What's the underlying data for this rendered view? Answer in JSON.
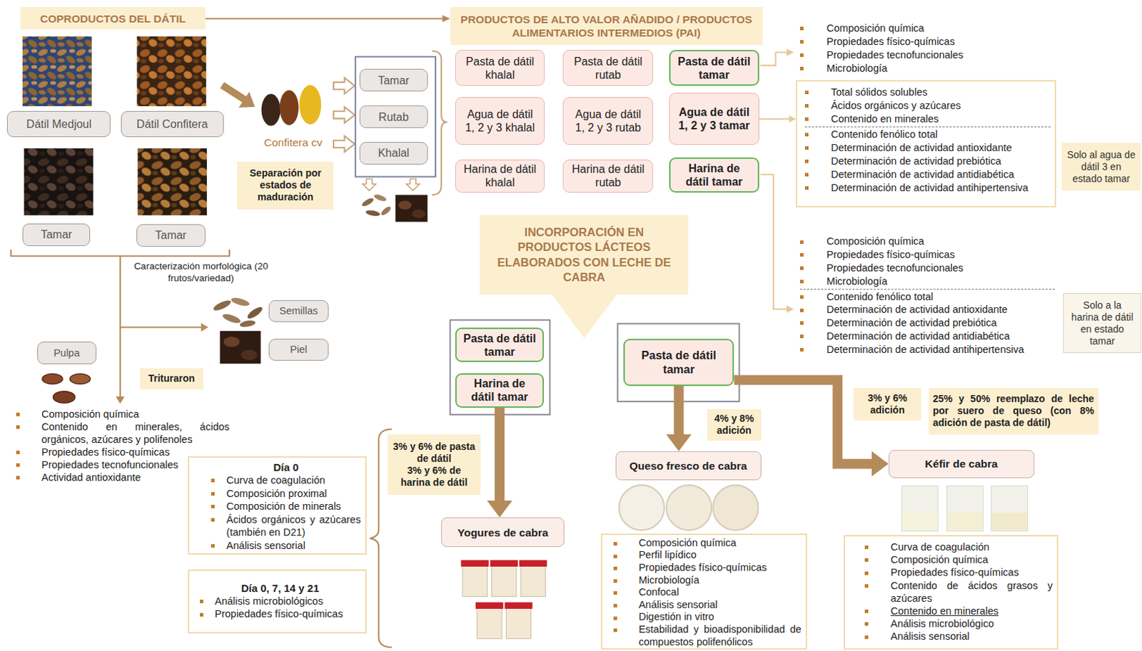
{
  "diagram": {
    "nodes": [
      {
        "text": [
          "COPRODUCTOS DEL DÁTIL"
        ]
      },
      {
        "text": [
          "PRODUCTOS DE ALTO VALOR AÑADIDO / PRODUCTOS ALIMENTARIOS INTERMEDIOS (PAI)"
        ]
      },
      {
        "text": [
          "Dátil Medjoul"
        ]
      },
      {
        "text": [
          "Dátil Confitera"
        ]
      },
      {
        "text": [
          "Tamar"
        ]
      },
      {
        "text": [
          "Rutab"
        ]
      },
      {
        "text": [
          "Khalal"
        ]
      },
      {
        "text": [
          "Separación por estados de maduración"
        ]
      },
      {
        "text": [
          "Pasta de dátil khalal"
        ]
      },
      {
        "text": [
          "Pasta de dátil rutab"
        ]
      },
      {
        "text": [
          "Pasta de dátil tamar"
        ]
      },
      {
        "text": [
          "Agua de dátil 1, 2 y 3 khalal"
        ]
      },
      {
        "text": [
          "Agua de dátil 1, 2 y 3 rutab"
        ]
      },
      {
        "text": [
          "Agua de dátil 1, 2 y 3 tamar"
        ]
      },
      {
        "text": [
          "Harina de dátil khalal"
        ]
      },
      {
        "text": [
          "Harina de dátil rutab"
        ]
      },
      {
        "text": [
          "Harina de dátil tamar"
        ]
      },
      {
        "text": [
          "Total sólidos solubles",
          "Ácidos orgánicos y azúcares",
          "Contenido en minerales",
          "Contenido fenólico total",
          "Determinación de actividad antioxidante",
          "Determinación de actividad prebiótica",
          "Determinación de actividad antidiabética",
          "Determinación de actividad antihipertensiva"
        ]
      },
      {
        "text": [
          "Solo al agua de dátil 3 en estado tamar"
        ]
      },
      {
        "text": [
          "Tamar"
        ]
      },
      {
        "text": [
          "Tamar"
        ]
      },
      {
        "text": [
          "INCORPORACIÓN EN PRODUCTOS LÁCTEOS ELABORADOS CON LECHE DE CABRA"
        ]
      },
      {
        "text": [
          "Solo a la harina de dátil en estado tamar"
        ]
      },
      {
        "text": [
          "Semillas"
        ]
      },
      {
        "text": [
          "Piel"
        ]
      },
      {
        "text": [
          "Pulpa"
        ]
      },
      {
        "text": [
          "Trituraron"
        ]
      },
      {
        "text": [
          "Pasta de dátil tamar"
        ]
      },
      {
        "text": [
          "Harina de dátil tamar"
        ]
      },
      {
        "text": [
          "Pasta de dátil tamar"
        ]
      },
      {
        "text": [
          "3% y 6% adición"
        ]
      },
      {
        "text": [
          "25% y 50% reemplazo de leche por suero de queso (con 8% adición de pasta de dátil)"
        ]
      },
      {
        "text": [
          "4% y 8% adición"
        ]
      },
      {
        "text": [
          "3% y 6% de pasta de dátil",
          "3% y 6% de harina de dátil"
        ]
      },
      {
        "text": [
          "Queso fresco de cabra"
        ]
      },
      {
        "text": [
          "Kéfir de cabra"
        ]
      },
      {
        "text": [
          "Día 0",
          "Curva de coagulación",
          "Composición proximal",
          "Composición de minerals",
          "Ácidos orgánicos y azúcares (también en D21)",
          "Análisis sensorial"
        ]
      },
      {
        "text": [
          "Yogures de cabra"
        ]
      },
      {
        "text": [
          "Día 0, 7, 14 y 21",
          "Análisis microbiológicos",
          "Propiedades físico-químicas"
        ]
      },
      {
        "text": [
          "Composición química",
          "Perfil lipídico",
          "Propiedades físico-químicas",
          "Microbiología",
          "Confocal",
          "Análisis sensorial",
          "Digestión in vitro",
          "Estabilidad y bioadisponibilidad de compuestos polifenólicos"
        ]
      },
      {
        "text": [
          "Curva de coagulación",
          "Composición química",
          "Propiedades físico-químicas",
          "Contenido de ácidos grasos y azúcares",
          "Contenido en minerales",
          "Análisis microbiológico",
          "Análisis sensorial"
        ]
      }
    ],
    "edges": [
      {
        "from": 0,
        "to": 1,
        "arrow": "to"
      },
      {
        "from": 13,
        "to": 17,
        "arrow": "to"
      },
      {
        "from": 28,
        "to": 37,
        "arrow": "to"
      },
      {
        "from": 29,
        "to": 34,
        "arrow": "to"
      },
      {
        "from": 29,
        "to": 35,
        "arrow": "to"
      }
    ],
    "labels": [
      "Confitera cv",
      "Caracterización morfológica (20 frutos/variedad)",
      "Composición química",
      "Propiedades físico-químicas",
      "Propiedades tecnofuncionales",
      "Microbiología",
      "Composición química",
      "Propiedades físico-químicas",
      "Propiedades tecnofuncionales",
      "Microbiología",
      "Contenido fenólico total",
      "Determinación de actividad antioxidante",
      "Determinación de actividad prebiótica",
      "Determinación de actividad antidiabética",
      "Determinación de actividad antihipertensiva",
      "Composición química",
      "Contenido en minerales, ácidos orgánicos, azúcares y polifenoles",
      "Propiedades físico-químicas",
      "Propiedades tecnofuncionales",
      "Actividad antioxidante"
    ]
  }
}
